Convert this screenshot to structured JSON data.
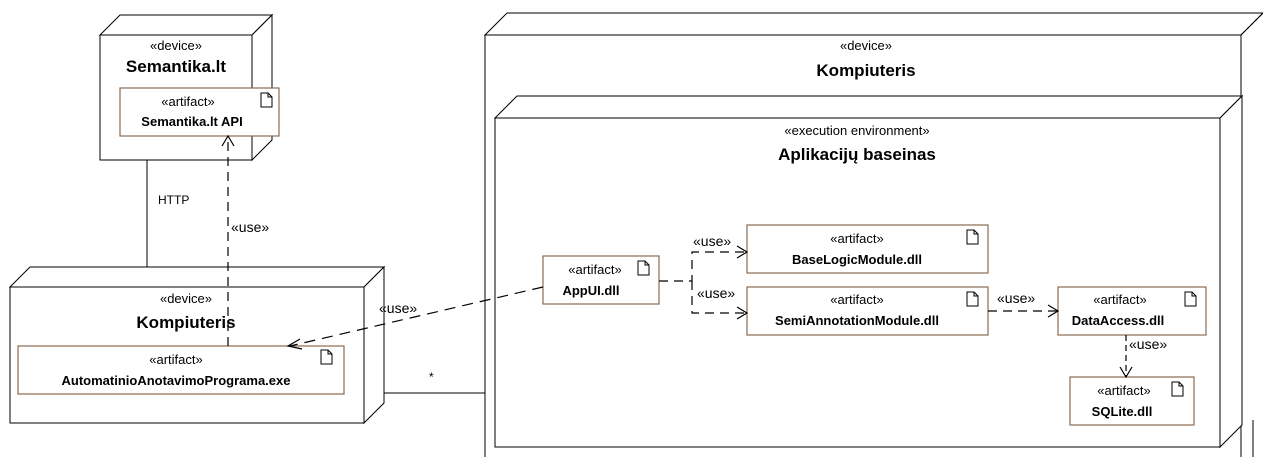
{
  "nodes": {
    "semantika_device": {
      "stereotype": "«device»",
      "name": "Semantika.lt",
      "artifact": {
        "stereotype": "«artifact»",
        "name": "Semantika.lt API"
      }
    },
    "client_device": {
      "stereotype": "«device»",
      "name": "Kompiuteris",
      "artifact": {
        "stereotype": "«artifact»",
        "name": "AutomatinioAnotavimoPrograma.exe"
      }
    },
    "server_device": {
      "stereotype": "«device»",
      "name": "Kompiuteris",
      "environment": {
        "stereotype": "«execution environment»",
        "name": "Aplikacijų baseinas",
        "artifacts": [
          {
            "stereotype": "«artifact»",
            "name": "AppUI.dll"
          },
          {
            "stereotype": "«artifact»",
            "name": "BaseLogicModule.dll"
          },
          {
            "stereotype": "«artifact»",
            "name": "SemiAnnotationModule.dll"
          },
          {
            "stereotype": "«artifact»",
            "name": "DataAccess.dll"
          },
          {
            "stereotype": "«artifact»",
            "name": "SQLite.dll"
          }
        ]
      }
    }
  },
  "links": {
    "http_label": "HTTP",
    "multiplicity": "*",
    "use_label": "«use»"
  },
  "colors": {
    "node_border": "#000000",
    "artifact_border": "#8b6a4f",
    "dependency_line": "#000000"
  }
}
